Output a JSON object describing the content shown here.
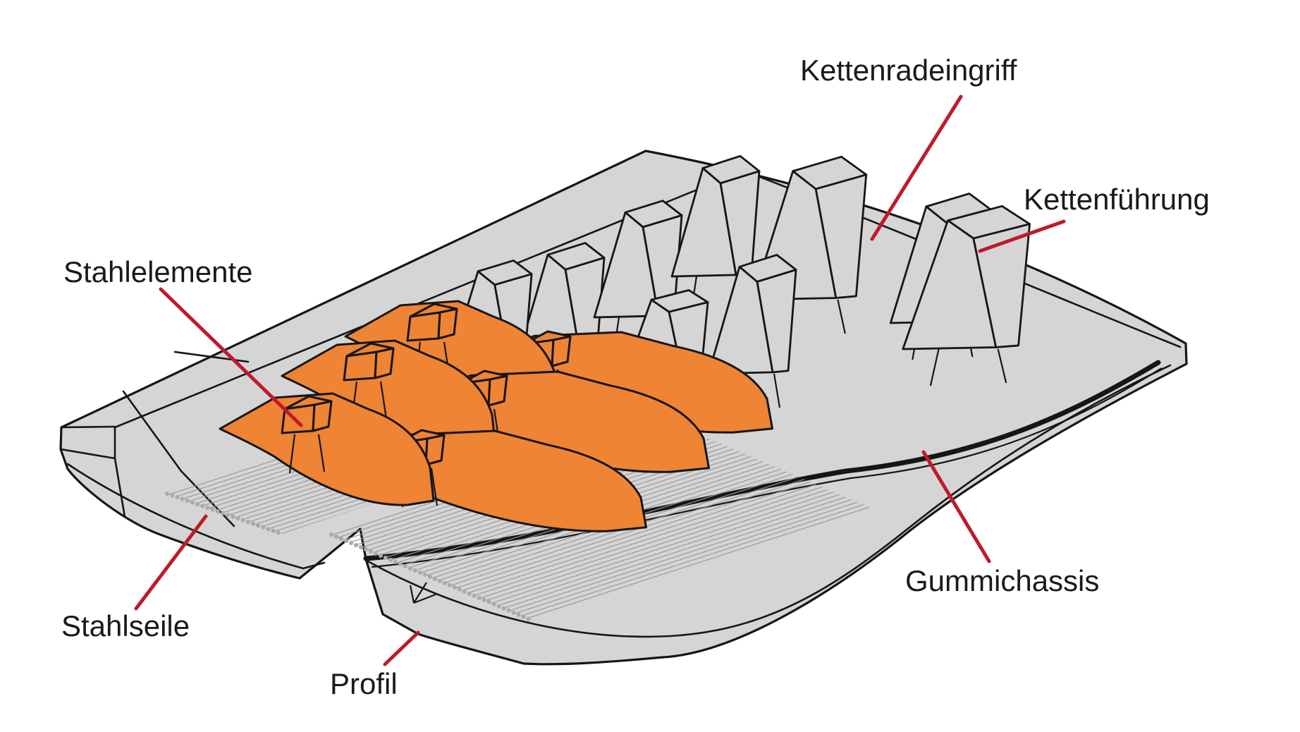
{
  "diagram": {
    "type": "labeled-technical-illustration",
    "subject": "Gummikette / rubber track cutaway",
    "labels": {
      "kettenradeingriff": "Kettenradeingriff",
      "kettenfuehrung": "Kettenführung",
      "stahlelemente": "Stahlelemente",
      "gummichassis": "Gummichassis",
      "stahlseile": "Stahlseile",
      "profil": "Profil"
    },
    "colors": {
      "steel_elements_orange": "#ee8434",
      "rubber_gray": "#d5d5d6",
      "leader_line_red": "#bf1a2a",
      "outline_black": "#161616",
      "cable_hatch_gray": "#999999",
      "background": "#ffffff",
      "text": "#1a1a1a"
    }
  }
}
